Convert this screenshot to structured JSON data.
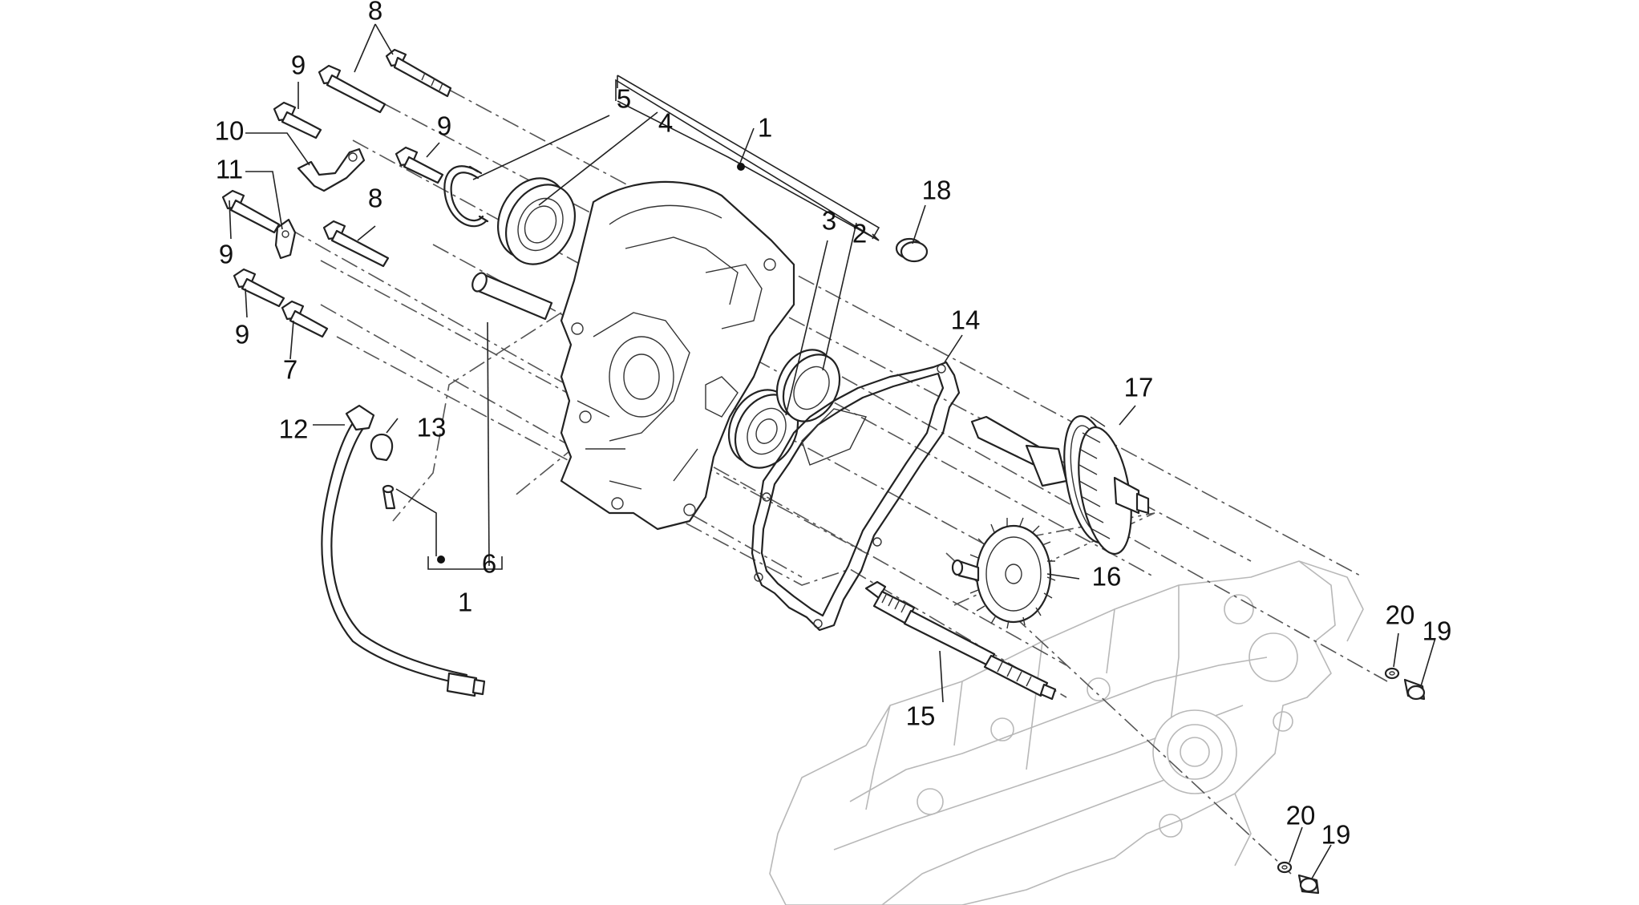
{
  "diagram": {
    "callouts": {
      "c1_top": "1",
      "c1_bottom": "1",
      "c2": "2",
      "c3": "3",
      "c4": "4",
      "c5": "5",
      "c6": "6",
      "c7": "7",
      "c8_top": "8",
      "c8_mid": "8",
      "c9_a": "9",
      "c9_b": "9",
      "c9_c": "9",
      "c9_d": "9",
      "c10": "10",
      "c11": "11",
      "c12": "12",
      "c13": "13",
      "c14": "14",
      "c15": "15",
      "c16": "16",
      "c17": "17",
      "c18": "18",
      "c19_a": "19",
      "c19_b": "19",
      "c20_a": "20",
      "c20_b": "20"
    }
  }
}
